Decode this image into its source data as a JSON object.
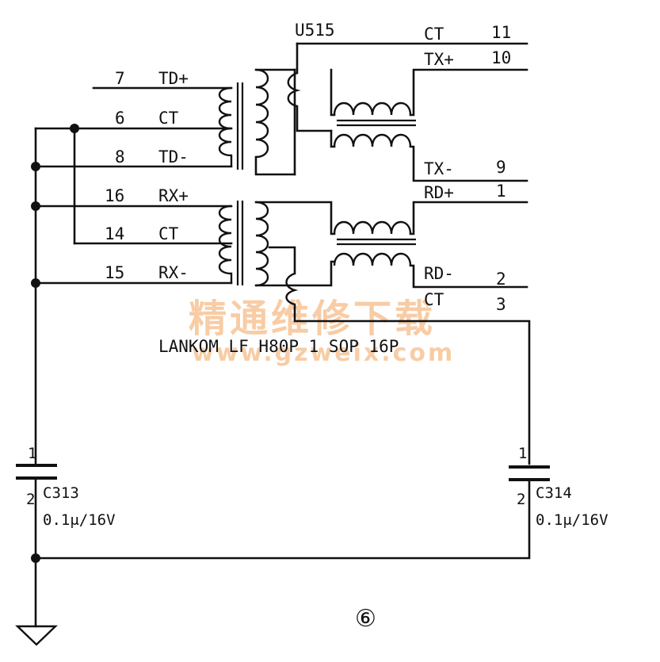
{
  "component": {
    "ref": "U515",
    "part": "LANKOM LF H80P 1 SOP 16P"
  },
  "left_pins": [
    {
      "num": "7",
      "name": "TD+"
    },
    {
      "num": "6",
      "name": "CT"
    },
    {
      "num": "8",
      "name": "TD-"
    },
    {
      "num": "16",
      "name": "RX+"
    },
    {
      "num": "14",
      "name": "CT"
    },
    {
      "num": "15",
      "name": "RX-"
    }
  ],
  "right_pins": [
    {
      "num": "11",
      "name": "CT"
    },
    {
      "num": "10",
      "name": "TX+"
    },
    {
      "num": "9",
      "name": "TX-"
    },
    {
      "num": "1",
      "name": "RD+"
    },
    {
      "num": "2",
      "name": "RD-"
    },
    {
      "num": "3",
      "name": "CT"
    }
  ],
  "capacitors": [
    {
      "ref": "C313",
      "value": "0.1μ/16V",
      "pin1": "1",
      "pin2": "2"
    },
    {
      "ref": "C314",
      "value": "0.1μ/16V",
      "pin1": "1",
      "pin2": "2"
    }
  ],
  "watermark": {
    "text": "精通维修下载",
    "url": "www.gzweix.com"
  },
  "figure_number": "⑥",
  "colors": {
    "line": "#111111",
    "watermark": "#f4a45c",
    "background": "#ffffff"
  }
}
